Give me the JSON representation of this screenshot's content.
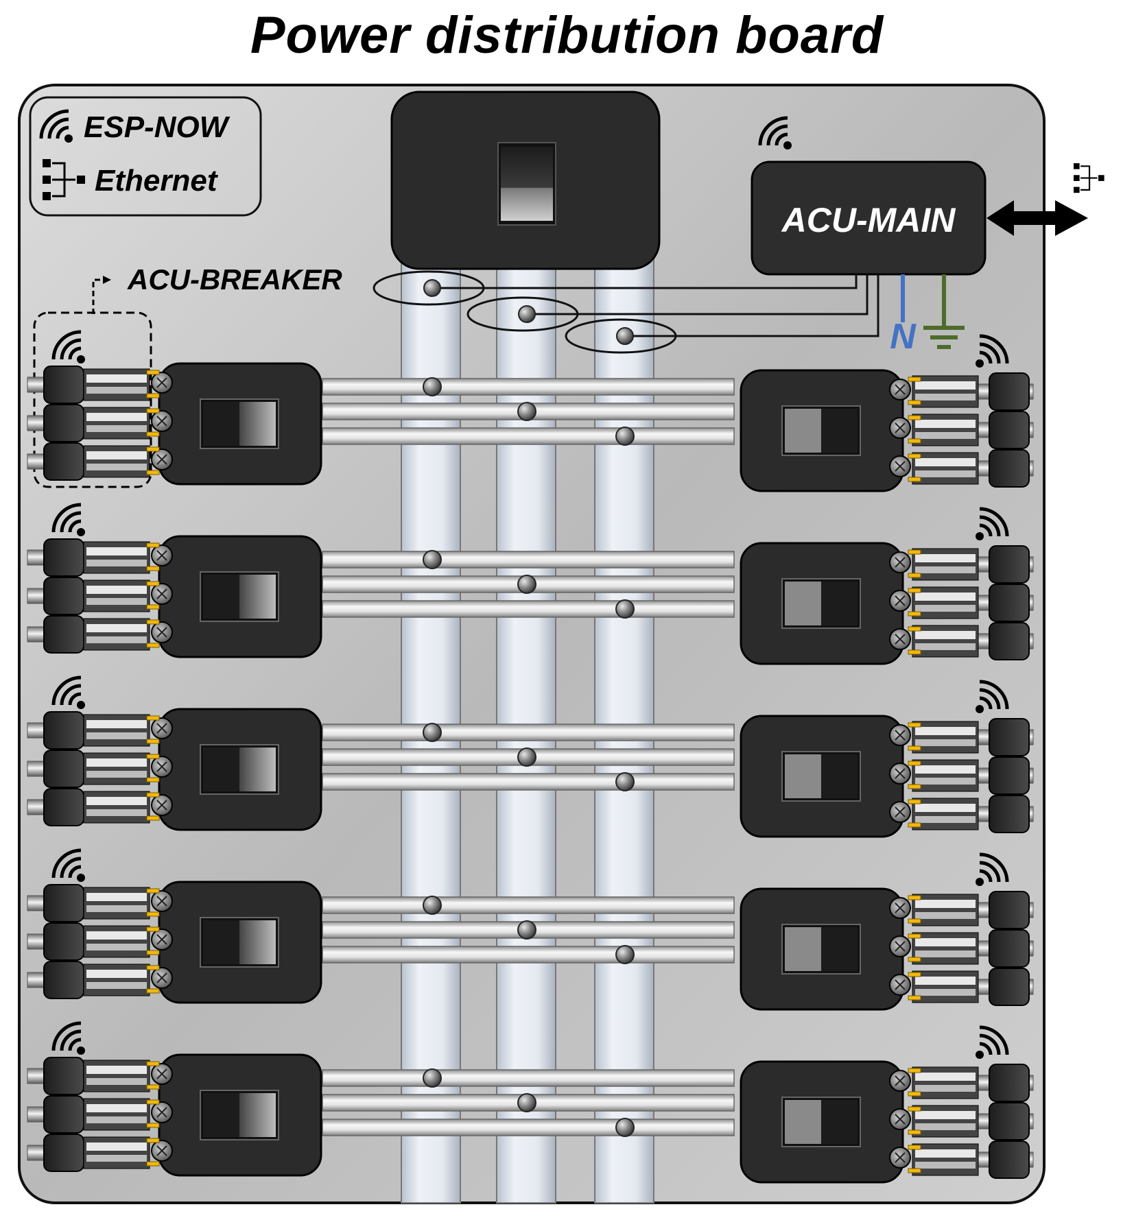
{
  "title": "Power distribution board",
  "legend": {
    "wireless_label": "ESP-NOW",
    "wired_label": "Ethernet"
  },
  "main_unit": {
    "label": "ACU-MAIN"
  },
  "breaker_unit": {
    "label": "ACU-BREAKER"
  },
  "terminals": {
    "neutral": "N"
  },
  "breaker_rows": 5,
  "breakers_per_row": 2,
  "icons": [
    "wifi-icon",
    "ethernet-icon",
    "ground-icon",
    "double-arrow-icon"
  ],
  "colors": {
    "neutral_wire": "#4472c4",
    "ground_wire": "#4e6b2a",
    "contact_gold": "#f2b90c",
    "module_dark": "#2a2a2a",
    "panel_gray": "#c4c4c4"
  }
}
